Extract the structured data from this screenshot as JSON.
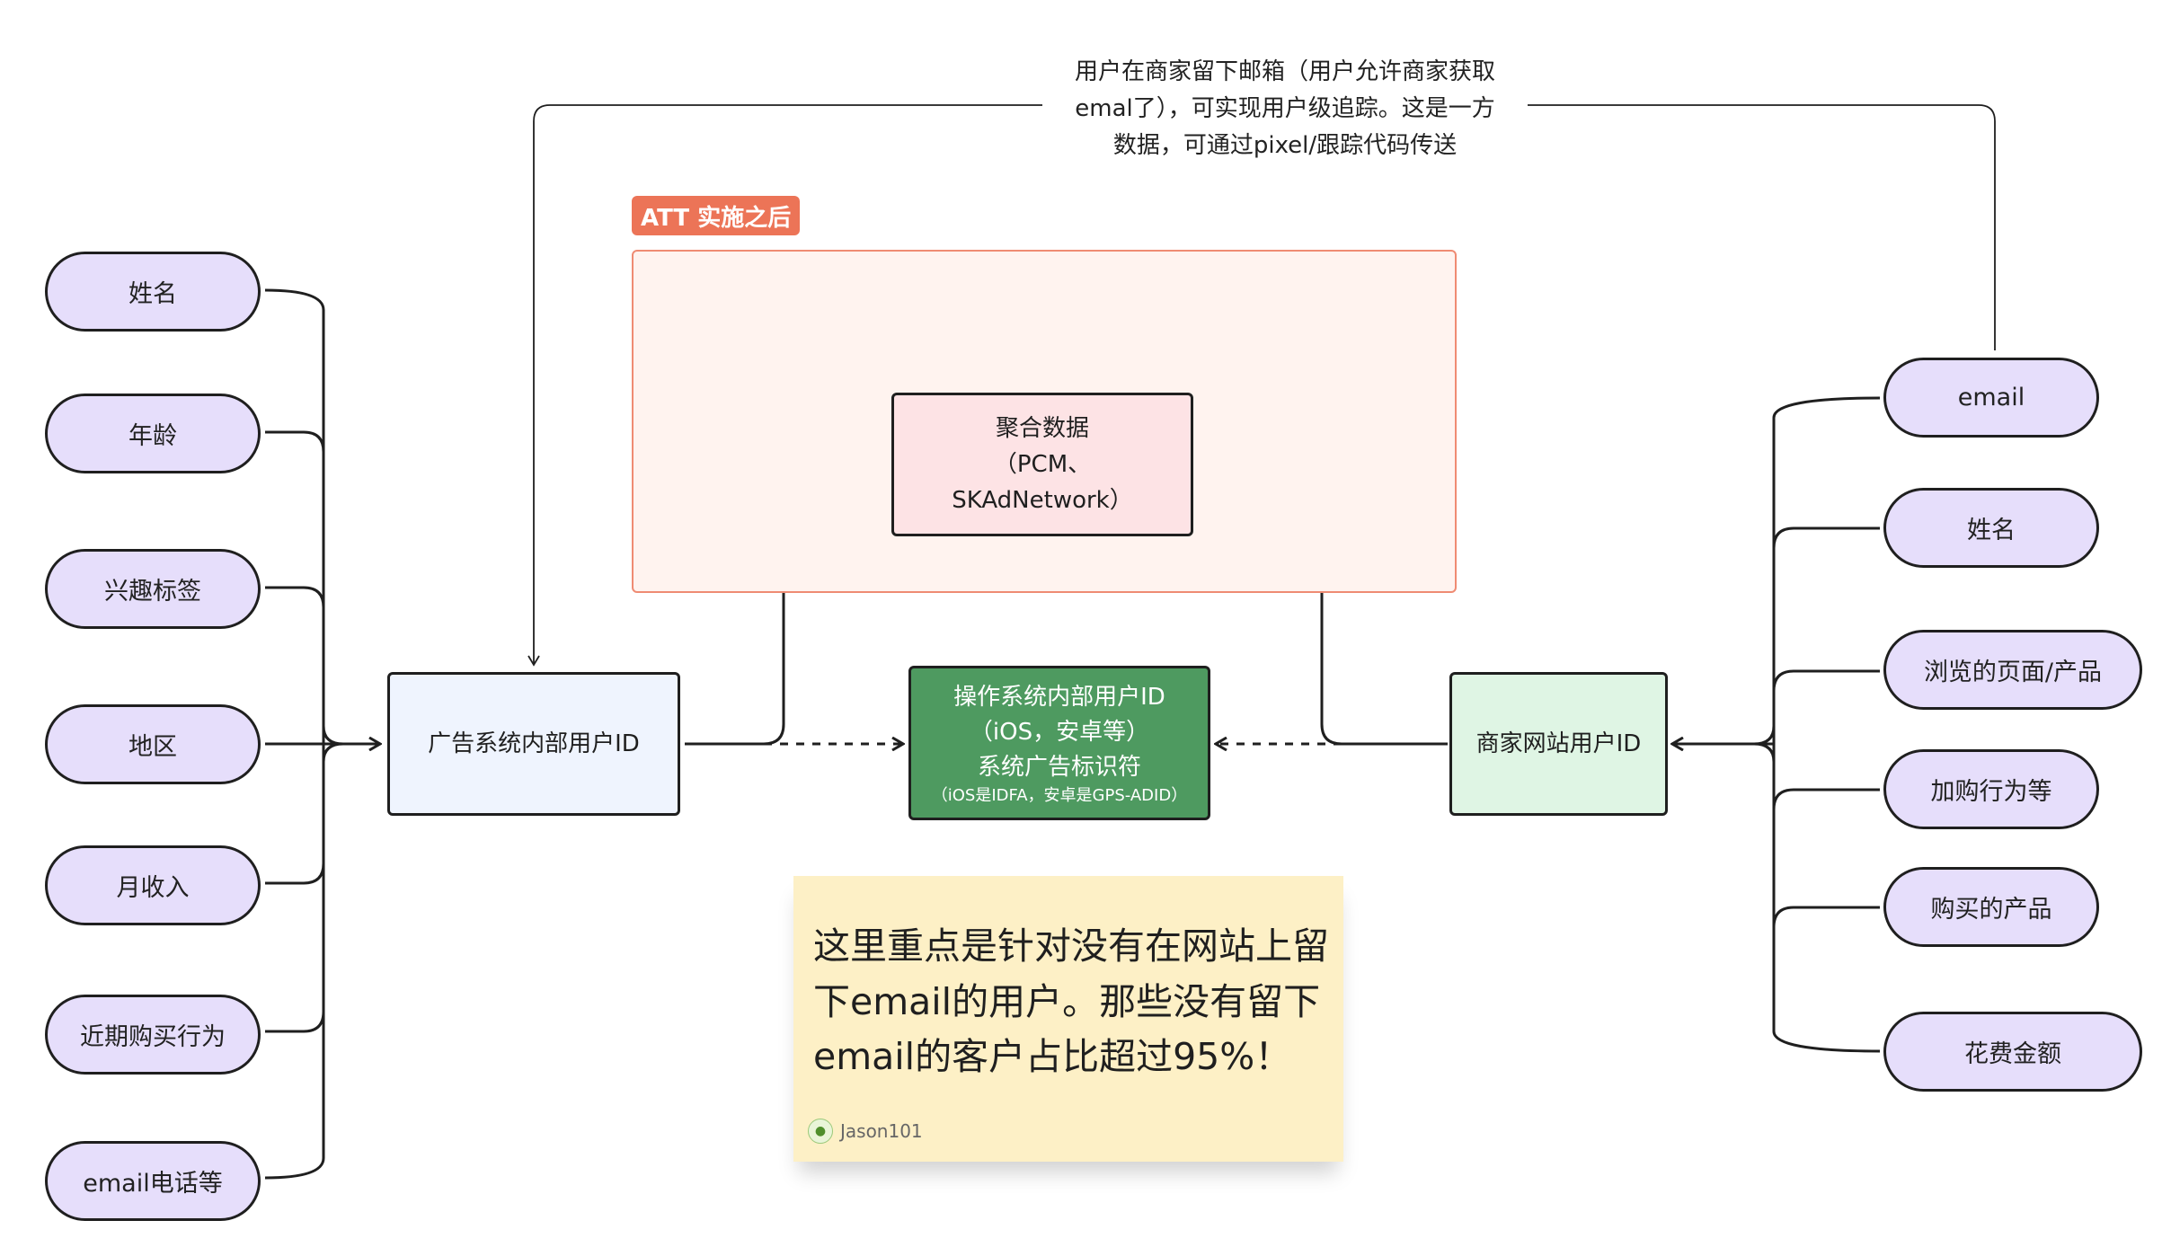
{
  "top_note": {
    "lines": [
      "用户在商家留下邮箱（用户允许商家获取",
      "emal了），可实现用户级追踪。这是一方",
      "数据，可通过pixel/跟踪代码传送"
    ]
  },
  "att": {
    "label": "ATT 实施之后"
  },
  "left_attributes": [
    "姓名",
    "年龄",
    "兴趣标签",
    "地区",
    "月收入",
    "近期购买行为",
    "email电话等"
  ],
  "right_attributes": [
    "email",
    "姓名",
    "浏览的页面/产品",
    "加购行为等",
    "购买的产品",
    "花费金额"
  ],
  "ad_system_id": "广告系统内部用户ID",
  "merchant_id": "商家网站用户ID",
  "aggregate": {
    "line1": "聚合数据",
    "line2": "（PCM、",
    "line3": "SKAdNetwork）"
  },
  "os_id": {
    "line1": "操作系统内部用户ID",
    "line2": "（iOS，安卓等）",
    "line3": "系统广告标识符",
    "line4": "（iOS是IDFA，安卓是GPS-ADID）"
  },
  "sticky": {
    "text": "这里重点是针对没有在网站上留下email的用户。那些没有留下email的客户占比超过95%！",
    "author": "Jason101"
  },
  "colors": {
    "pill_fill": "#e6defb",
    "ad_box_fill": "#eff4fe",
    "merchant_box_fill": "#dff5e4",
    "aggregate_fill": "#fde3e5",
    "os_box_fill": "#4e9a60",
    "att_tag": "#ec7457",
    "sticky": "#fdf0c6"
  }
}
